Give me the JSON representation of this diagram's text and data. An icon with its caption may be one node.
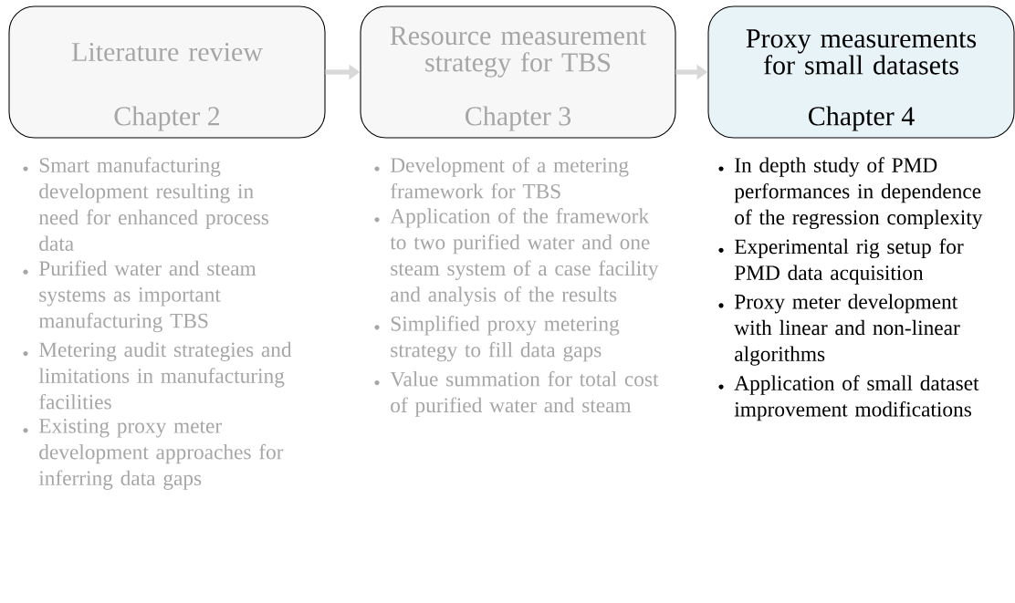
{
  "diagram": {
    "nodes": [
      {
        "text": [
          "Literature review",
          "Chapter 2"
        ],
        "beside": [
          "Smart manufacturing development resulting in need for enhanced process data",
          "Purified water and steam systems as important manufacturing TBS",
          "Metering audit strategies and limitations in manufacturing facilities",
          "Existing proxy meter development approaches for inferring data gaps"
        ]
      },
      {
        "text": [
          "Resource measurement strategy for TBS",
          "Chapter 3"
        ],
        "beside": [
          "Development of a metering framework for TBS",
          "Application of the framework to two purified water and one steam system of a case facility and analysis of the results",
          "Simplified proxy metering strategy to fill data gaps",
          "Value summation for total cost of purified water and steam"
        ]
      },
      {
        "text": [
          "Proxy measurements for small datasets",
          "Chapter 4"
        ],
        "beside": [
          "In depth study of PMD performances in dependence of the regression complexity",
          "Experimental rig setup for PMD data acquisition",
          "Proxy meter development with  linear and non-linear algorithms",
          "Application of small dataset improvement modifications"
        ]
      }
    ],
    "edges": [
      {
        "from": 0,
        "to": 1,
        "arrow": "to"
      },
      {
        "from": 1,
        "to": 2,
        "arrow": "to"
      }
    ]
  }
}
